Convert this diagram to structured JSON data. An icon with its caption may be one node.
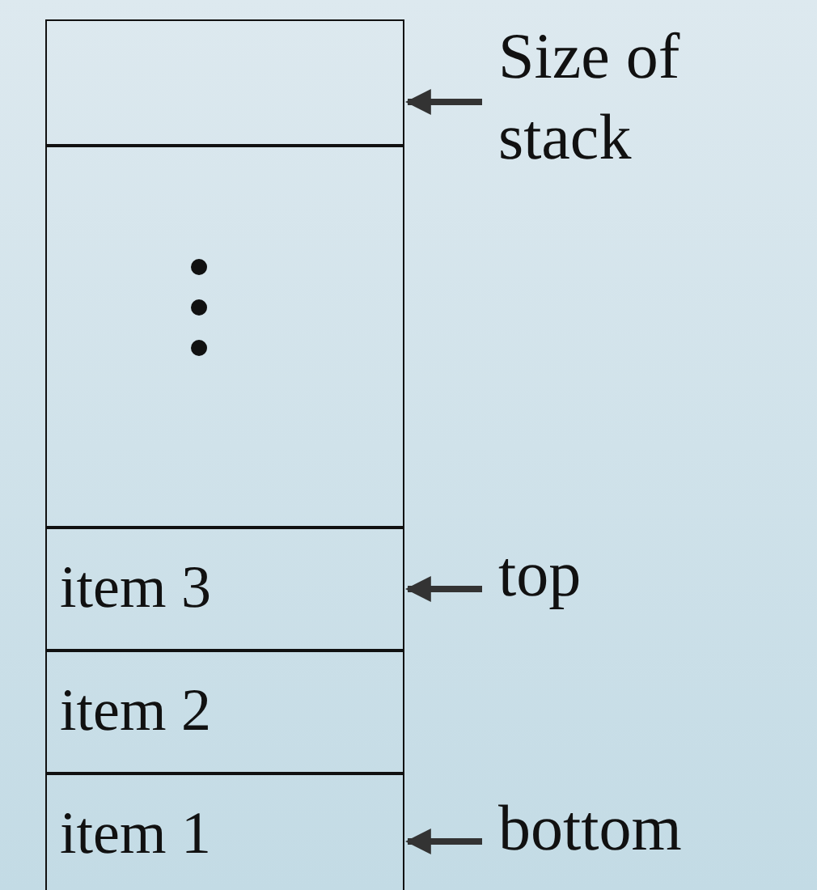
{
  "diagram": {
    "nodes": [
      {
        "text": [],
        "shape": "box"
      },
      {
        "text": [],
        "shape": "box"
      },
      {
        "text": [
          "item 3"
        ]
      },
      {
        "text": [
          "item 2"
        ]
      },
      {
        "text": [
          "item 1"
        ]
      },
      {
        "text": [
          "Size of stack"
        ]
      },
      {
        "text": [
          "top"
        ]
      },
      {
        "text": [
          "bottom"
        ]
      }
    ],
    "edges": [
      {
        "from": 5,
        "to": 0,
        "arrow": "to"
      },
      {
        "from": 6,
        "to": 2,
        "arrow": "to"
      },
      {
        "from": 7,
        "to": 4,
        "arrow": "to"
      }
    ]
  }
}
